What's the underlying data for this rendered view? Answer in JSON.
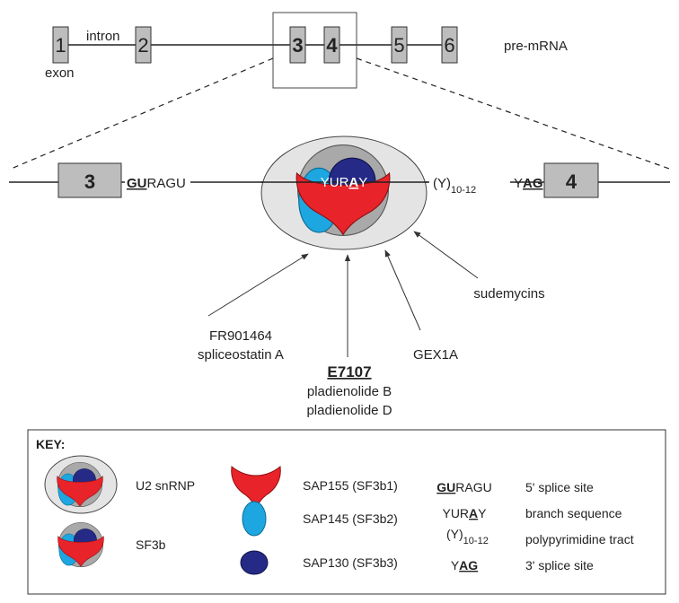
{
  "pre_mrna": {
    "exon_numbers": [
      "1",
      "2",
      "3",
      "4",
      "5",
      "6"
    ],
    "intron_label": "intron",
    "exon_label": "exon",
    "title": "pre-mRNA"
  },
  "zoom": {
    "exon_left": "3",
    "exon_right": "4",
    "five_prime_bold": "GU",
    "five_prime_rest": "RAGU",
    "branch_pre": "YUR",
    "branch_bold": "A",
    "branch_post": "Y",
    "ppt_base": "(Y)",
    "ppt_sub": "10-12",
    "three_prime_pre": "Y",
    "three_prime_bold": "AG"
  },
  "inhibitors": {
    "group1_line1": "FR901464",
    "group1_line2": "spliceostatin A",
    "group2_title": "E7107",
    "group2_line1": "pladienolide B",
    "group2_line2": "pladienolide D",
    "group3": "GEX1A",
    "group4": "sudemycins"
  },
  "key": {
    "title": "KEY:",
    "u2": "U2 snRNP",
    "sf3b": "SF3b",
    "sap155": "SAP155 (SF3b1)",
    "sap145": "SAP145 (SF3b2)",
    "sap130": "SAP130 (SF3b3)",
    "ss5_bold": "GU",
    "ss5_rest": "RAGU",
    "ss5_desc": "5' splice site",
    "bs_pre": "YUR",
    "bs_bold": "A",
    "bs_post": "Y",
    "bs_desc": "branch sequence",
    "ppt_base": "(Y)",
    "ppt_sub": "10-12",
    "ppt_desc": "polypyrimidine tract",
    "ss3_pre": "Y",
    "ss3_bold": "AG",
    "ss3_desc": "3' splice site"
  },
  "colors": {
    "sap155": "#e8232a",
    "sap145": "#1ea6e0",
    "sap130": "#252a86",
    "u2_outer": "#e4e4e4",
    "sf3b_gray": "#a9a9a9",
    "exon_fill": "#bdbdbd"
  }
}
